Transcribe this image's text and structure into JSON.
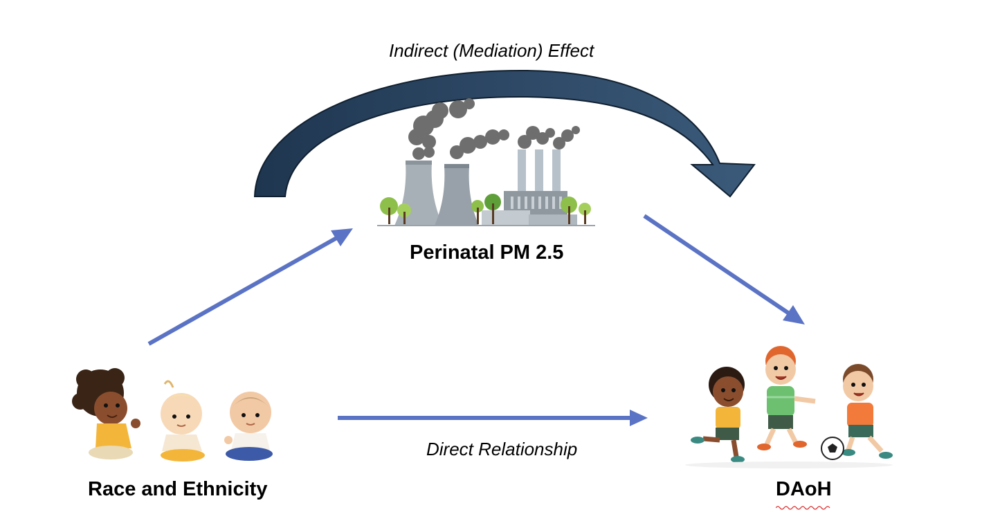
{
  "diagram": {
    "labels": {
      "indirect": "Indirect (Mediation) Effect",
      "direct": "Direct Relationship",
      "mediator": "Perinatal PM 2.5",
      "exposure": "Race and Ethnicity",
      "outcome": "DAoH"
    },
    "colors": {
      "arrow_blue": "#5b73c4",
      "curved_arrow_dark": "#1f3650",
      "curved_arrow_light": "#3b5a7a",
      "smoke": "#6e6e6e",
      "tower_gray": "#a8b0b7",
      "tree_green": "#8dbf4a",
      "skin_dark": "#8a4e2e",
      "skin_light": "#f2c9a5",
      "shirt_orange": "#f27a3a",
      "shirt_green": "#6cc070",
      "shirt_yellow": "#f3b63a"
    },
    "icons": {
      "mediator_image": "factory-pollution-icon",
      "exposure_image": "babies-icon",
      "outcome_image": "children-playing-soccer-icon"
    }
  }
}
